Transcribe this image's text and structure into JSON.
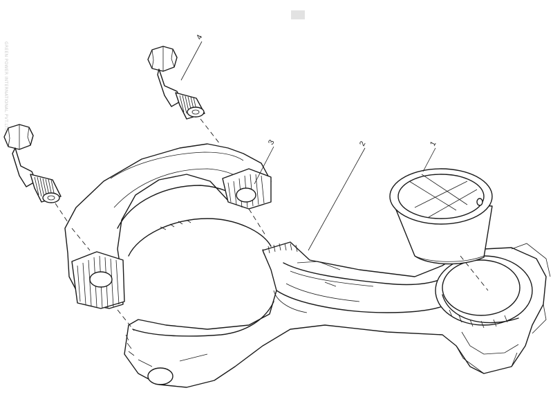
{
  "callouts": [
    {
      "id": "1",
      "label": "1"
    },
    {
      "id": "2",
      "label": "2"
    },
    {
      "id": "3",
      "label": "3"
    },
    {
      "id": "4",
      "label": "4"
    }
  ],
  "watermark": "GREEN POWER INTERNATIONAL PVT.LTD.",
  "parts": {
    "bushing": "small-end-bushing",
    "rod": "connecting-rod",
    "cap": "connecting-rod-cap",
    "bolt": "connecting-rod-bolt"
  }
}
